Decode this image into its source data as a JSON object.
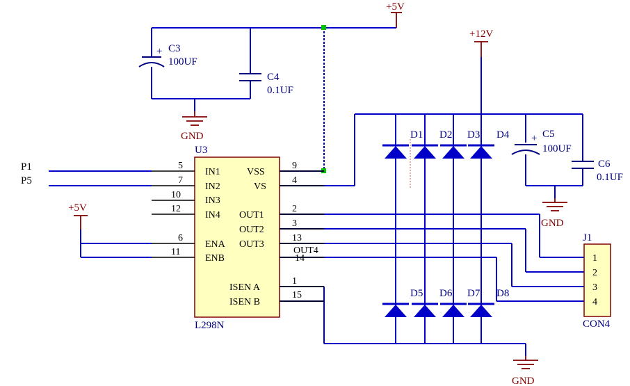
{
  "power": {
    "vcc5_top": "+5V",
    "vcc12": "+12V",
    "vcc5_left": "+5V",
    "gnd_caps": "GND",
    "gnd_c5": "GND",
    "gnd_bottom": "GND"
  },
  "capacitors": {
    "c3": {
      "ref": "C3",
      "value": "100UF",
      "plus": "+"
    },
    "c4": {
      "ref": "C4",
      "value": "0.1UF"
    },
    "c5": {
      "ref": "C5",
      "value": "100UF",
      "plus": "+"
    },
    "c6": {
      "ref": "C6",
      "value": "0.1UF"
    }
  },
  "ports": {
    "p1": "P1",
    "p5": "P5"
  },
  "chip": {
    "ref": "U3",
    "name": "L298N",
    "left_pins": [
      {
        "num": "5",
        "name": "IN1"
      },
      {
        "num": "7",
        "name": "IN2"
      },
      {
        "num": "10",
        "name": "IN3"
      },
      {
        "num": "12",
        "name": "IN4"
      },
      {
        "num": "6",
        "name": "ENA"
      },
      {
        "num": "11",
        "name": "ENB"
      }
    ],
    "right_pins": [
      {
        "num": "9",
        "name": "VSS"
      },
      {
        "num": "4",
        "name": "VS"
      },
      {
        "num": "2",
        "name": "OUT1"
      },
      {
        "num": "3",
        "name": "OUT2"
      },
      {
        "num": "13",
        "name": "OUT3"
      },
      {
        "num": "14",
        "name": "OUT4"
      },
      {
        "num": "1",
        "name": "ISEN A"
      },
      {
        "num": "15",
        "name": "ISEN B"
      }
    ]
  },
  "diodes": [
    "D1",
    "D2",
    "D3",
    "D4",
    "D5",
    "D6",
    "D7",
    "D8"
  ],
  "connector": {
    "ref": "J1",
    "name": "CON4",
    "pins": [
      "1",
      "2",
      "3",
      "4"
    ]
  },
  "colors": {
    "wire": "#0000c8",
    "label": "#000080",
    "power": "#800000",
    "chip_fill": "#ffffc0",
    "chip_border": "#800000",
    "diode": "#0000c8",
    "junction": "#00c000"
  }
}
